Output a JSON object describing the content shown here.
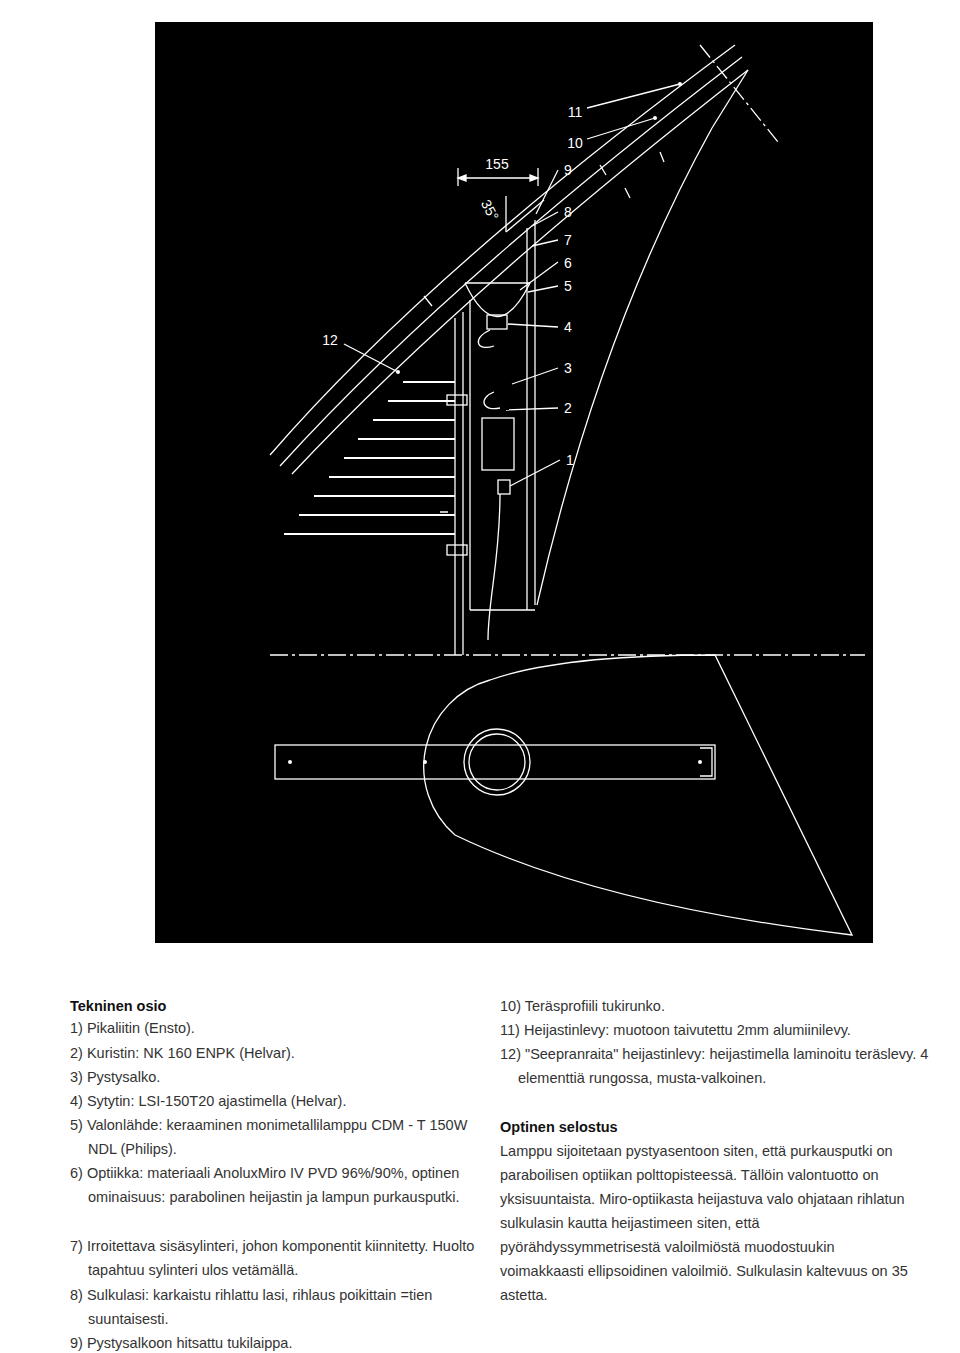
{
  "diagram": {
    "title": "Tekninen osio",
    "labels": [
      "11",
      "10",
      "9",
      "8",
      "7",
      "6",
      "5",
      "4",
      "3",
      "2",
      "1",
      "12",
      "155",
      "35°",
      "1) Pikaliitin (Ensto).",
      "2) Kuristin: NK 160 ENPK (Helvar).",
      "3) Pystysalko.",
      "4) Sytytin: LSI-150T20 ajastimella (Helvar).",
      "5) Valonlähde: keraaminen monimetallilamppu CDM - T 150W NDL (Philips).",
      "6) Optiikka: materiaali AnoluxMiro IV PVD 96%/90%, optinen ominaisuus: parabolinen heijastin ja lampun purkausputki.",
      "7) Irroitettava sisäsylinteri, johon komponentit kiinnitetty. Huolto tapahtuu sylinteri ulos vetämällä.",
      "8) Sulkulasi: karkaistu rihlattu lasi, rihlaus poikittain =tien suuntaisesti.",
      "9) Pystysalkoon hitsattu tukilaippa.",
      "10) Teräsprofiili tukirunko.",
      "11) Heijastinlevy: muotoon taivutettu 2mm alumiinilevy.",
      "12) \"Seepranraita\" heijastinlevy: heijastimella laminoitu teräslevy. 4 elementtiä rungossa, musta-valkoinen.",
      "Optinen selostus",
      "Lamppu sijoitetaan pystyasentoon siten, että purkausputki on paraboilisen optiikan polttopisteessä. Tällöin valontuotto on yksisuuntaista. Miro-optiikasta heijastuva valo ohjataan rihlatun sulkulasin kautta heijastimeen siten, että pyörähdyssymmetrisestä valoilmiöstä muodostuukin voimakkaasti ellipsoidinen valoilmiö. Sulkulasin kaltevuus on 35 astetta."
    ]
  }
}
